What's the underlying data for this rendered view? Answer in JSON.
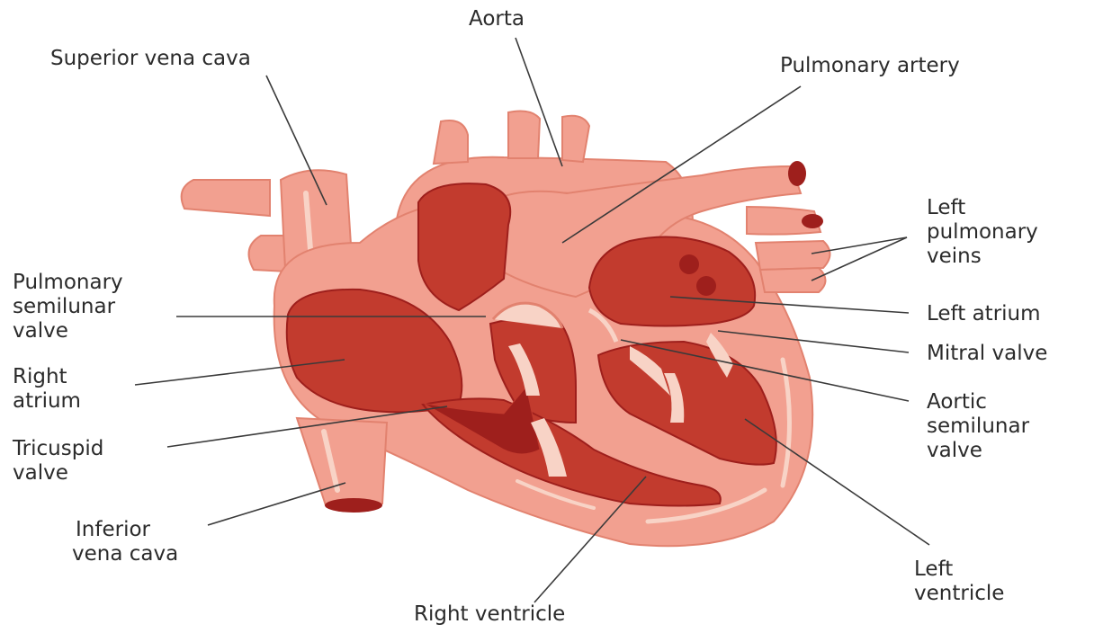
{
  "colors": {
    "background": "#ffffff",
    "flesh": "#f2a090",
    "flesh_dark": "#e2826f",
    "chamber": "#c23b2e",
    "chamber_dark": "#9e1f1c",
    "highlight": "#f8d3c6",
    "leader_line": "#3a3a3a",
    "label_text": "#2b2b2b"
  },
  "labels": {
    "aorta": "Aorta",
    "superior_vena_cava": "Superior vena cava",
    "pulmonary_artery": "Pulmonary artery",
    "left_pulmonary_veins": [
      "Left",
      "pulmonary",
      "veins"
    ],
    "pulmonary_semilunar_valve": [
      "Pulmonary",
      "semilunar",
      "valve"
    ],
    "left_atrium": "Left atrium",
    "mitral_valve": "Mitral valve",
    "right_atrium": [
      "Right",
      "atrium"
    ],
    "aortic_semilunar_valve": [
      "Aortic",
      "semilunar",
      "valve"
    ],
    "tricuspid_valve": [
      "Tricuspid",
      "valve"
    ],
    "inferior_vena_cava": [
      "Inferior",
      "vena cava"
    ],
    "left_ventricle": [
      "Left",
      "ventricle"
    ],
    "right_ventricle": "Right ventricle"
  }
}
